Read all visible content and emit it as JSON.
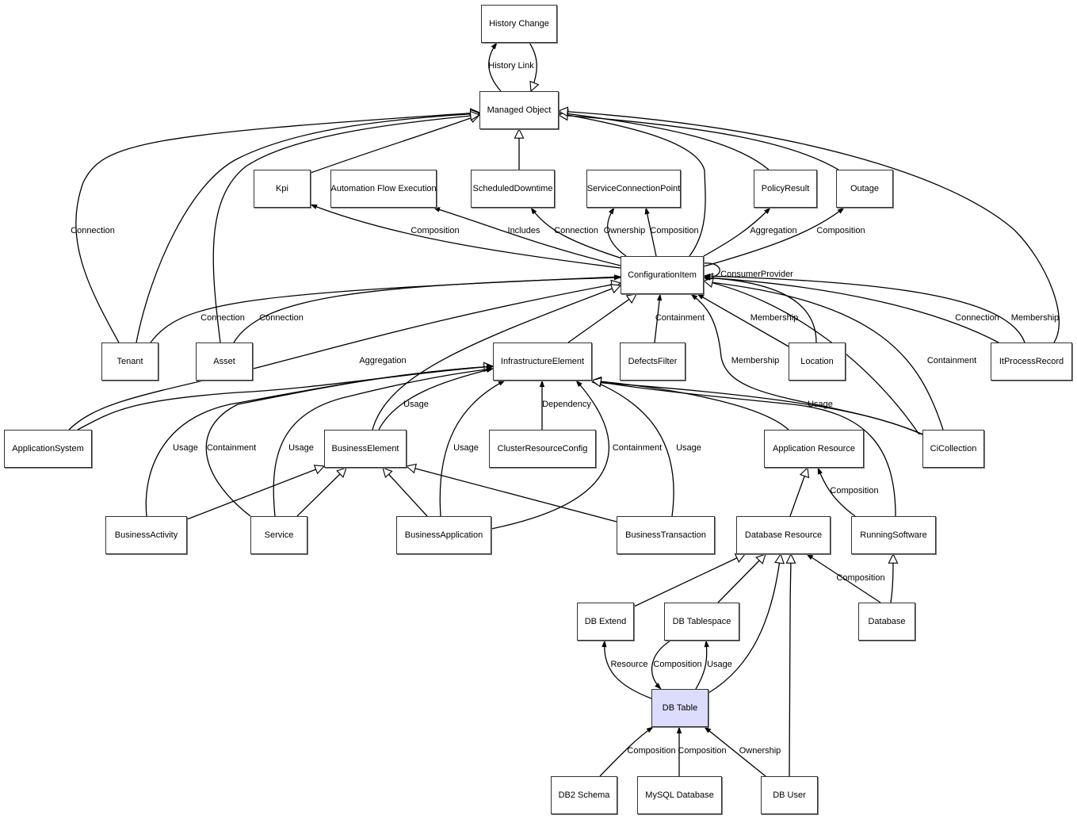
{
  "diagram": {
    "title": "Class relationship diagram",
    "selected_node": "db_table",
    "colors": {
      "node_border": "#333333",
      "node_fill": "#ffffff",
      "selected_fill": "#dcdcfc",
      "edge": "#000000"
    },
    "nodes": {
      "history_change": "History Change",
      "managed_object": "Managed Object",
      "kpi": "Kpi",
      "automation_flow_execution": "Automation Flow Execution",
      "scheduled_downtime": "ScheduledDowntime",
      "service_connection_point": "ServiceConnectionPoint",
      "policy_result": "PolicyResult",
      "outage": "Outage",
      "configuration_item": "ConfigurationItem",
      "tenant": "Tenant",
      "asset": "Asset",
      "infrastructure_element": "InfrastructureElement",
      "defects_filter": "DefectsFilter",
      "location": "Location",
      "it_process_record": "ItProcessRecord",
      "application_system": "ApplicationSystem",
      "business_element": "BusinessElement",
      "cluster_resource_config": "ClusterResourceConfig",
      "application_resource": "Application Resource",
      "ci_collection": "CiCollection",
      "business_activity": "BusinessActivity",
      "service": "Service",
      "business_application": "BusinessApplication",
      "business_transaction": "BusinessTransaction",
      "database_resource": "Database Resource",
      "running_software": "RunningSoftware",
      "db_extend": "DB Extend",
      "db_tablespace": "DB Tablespace",
      "database": "Database",
      "db_table": "DB Table",
      "db2_schema": "DB2 Schema",
      "mysql_database": "MySQL Database",
      "db_user": "DB User"
    },
    "edge_labels": {
      "history_link": "History Link",
      "ci_kpi": "Composition",
      "ci_afe": "Includes",
      "ci_sd": "Connection",
      "ci_scp_own": "Ownership",
      "ci_scp_comp": "Composition",
      "ci_policy": "Aggregation",
      "ci_outage": "Composition",
      "ci_self": "ConsumerProvider",
      "tenant_mo": "Connection",
      "tenant_ci": "Connection",
      "asset_ci": "Connection",
      "defects_ci": "Containment",
      "location_ci": "Membership",
      "cicoll_ci_mem": "Membership",
      "cicoll_ci_cont": "Containment",
      "itpr_ci_conn": "Connection",
      "itpr_ci_mem": "Membership",
      "appsys_ie": "Aggregation",
      "be_ie": "Usage",
      "cicoll_ie": "Usage",
      "cluster_ie": "Dependency",
      "ba_ie": "Usage",
      "svc_ie_cont": "Containment",
      "svc_ie_usage": "Usage",
      "bapp_ie": "Usage",
      "bapp_ie_cont": "Containment",
      "bt_ie": "Usage",
      "rs_ar": "Composition",
      "database_dr": "Composition",
      "dbt_extend": "Resource",
      "dbts_dbt": "Composition",
      "dbt_dbts": "Usage",
      "db2_dbt": "Composition",
      "mysql_dbt": "Composition",
      "dbuser_dbt": "Ownership"
    }
  }
}
